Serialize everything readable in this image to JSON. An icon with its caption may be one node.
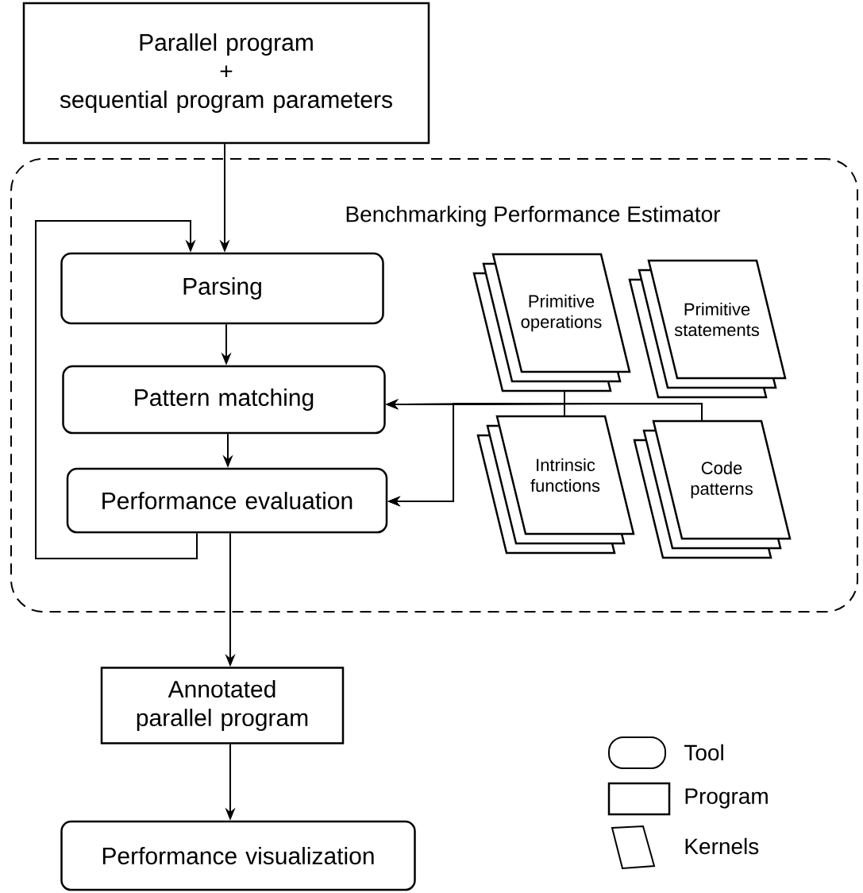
{
  "diagram": {
    "nodes": [
      {
        "text": [
          "Parallel program",
          "+",
          "sequential program parameters"
        ]
      },
      {
        "text": [
          "Benchmarking Performance Estimator"
        ]
      },
      {
        "text": [
          "Parsing"
        ],
        "in": 1
      },
      {
        "text": [
          "Pattern matching"
        ],
        "in": 1
      },
      {
        "text": [
          "Performance  evaluation"
        ],
        "in": 1
      },
      {
        "text": [
          "Primitive operations"
        ],
        "in": 1
      },
      {
        "text": [
          "Primitive statements"
        ],
        "in": 1
      },
      {
        "text": [
          "Intrinsic functions"
        ],
        "in": 1
      },
      {
        "text": [
          "Code patterns"
        ],
        "in": 1
      },
      {
        "text": [
          "Annotated parallel program"
        ]
      },
      {
        "text": [
          "Performance visualization"
        ]
      }
    ],
    "edges": [
      {
        "from": 0,
        "to": 2,
        "arrow": "to"
      },
      {
        "from": 2,
        "to": 3,
        "arrow": "to"
      },
      {
        "from": 3,
        "to": 4,
        "arrow": "to"
      },
      {
        "from": 4,
        "to": 2,
        "arrow": "to"
      },
      {
        "from": 5,
        "to": 3,
        "arrow": "to"
      },
      {
        "from": 7,
        "to": 3,
        "arrow": "to"
      },
      {
        "from": 8,
        "to": 3,
        "arrow": "to"
      },
      {
        "from": 5,
        "to": 4,
        "arrow": "to"
      },
      {
        "from": 7,
        "to": 4,
        "arrow": "to"
      },
      {
        "from": 8,
        "to": 4,
        "arrow": "to"
      },
      {
        "from": 4,
        "to": 9,
        "arrow": "to"
      },
      {
        "from": 9,
        "to": 10,
        "arrow": "to"
      }
    ],
    "legend": [
      {
        "text": "Tool"
      },
      {
        "text": "Program"
      },
      {
        "text": "Kernels"
      }
    ]
  }
}
